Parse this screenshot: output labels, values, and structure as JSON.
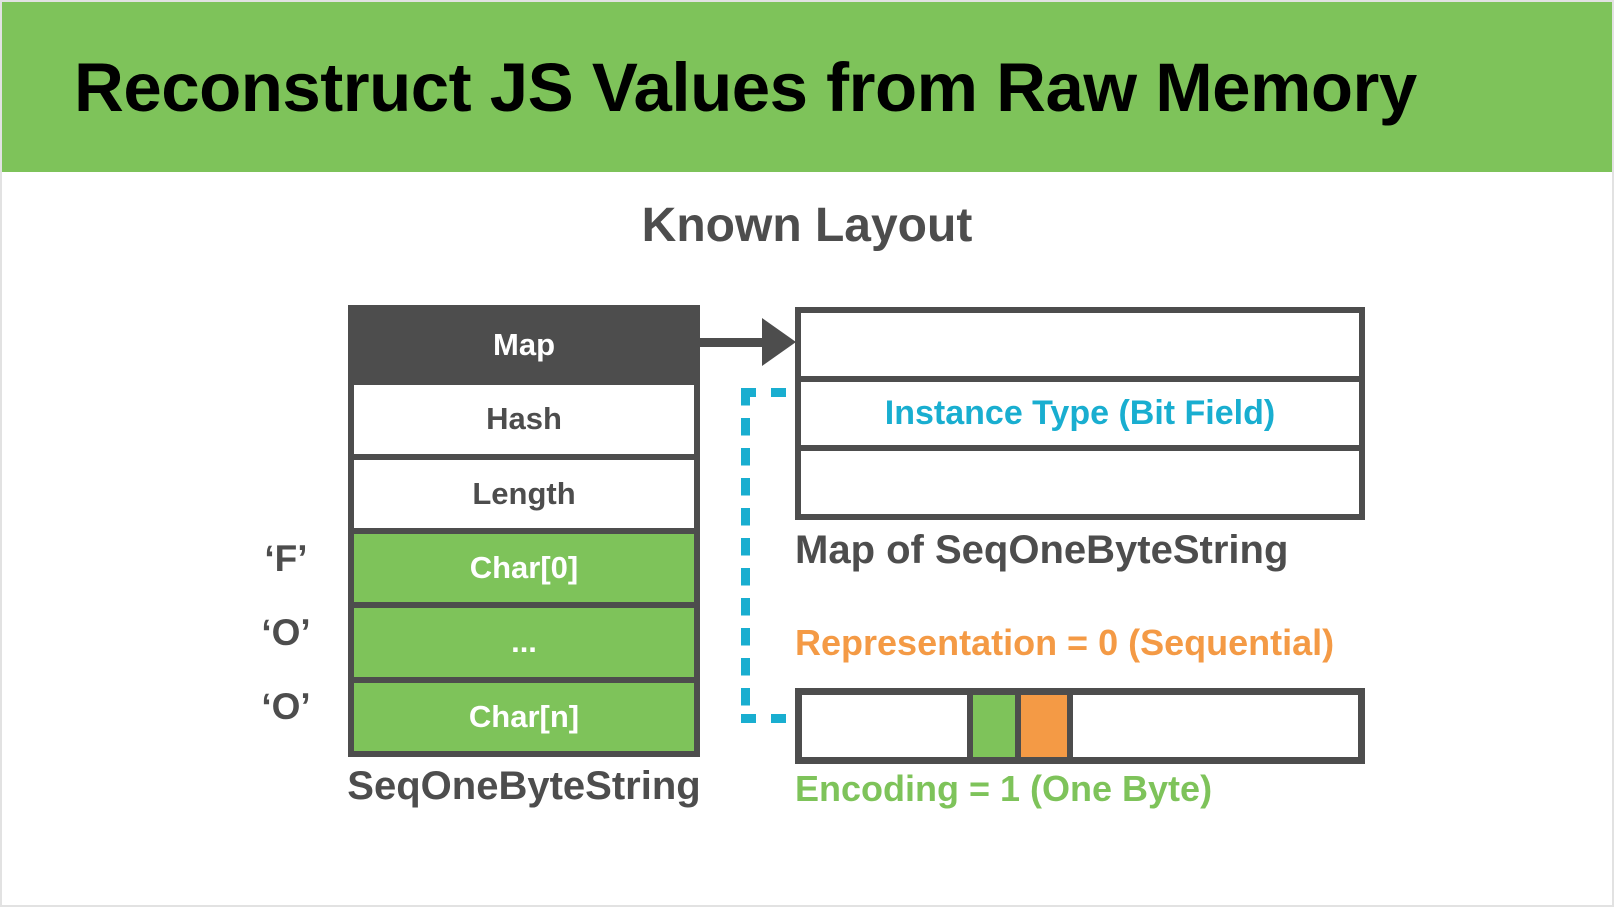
{
  "banner": {
    "title": "Reconstruct JS Values from Raw Memory",
    "background_color": "#7ec35a",
    "text_color": "#000000"
  },
  "section": {
    "heading": "Known Layout",
    "heading_color": "#4d4d4d"
  },
  "memory_object": {
    "caption": "SeqOneByteString",
    "rows": [
      {
        "label": "Map",
        "style": "dark"
      },
      {
        "label": "Hash",
        "style": "white"
      },
      {
        "label": "Length",
        "style": "white"
      },
      {
        "label": "Char[0]",
        "style": "green"
      },
      {
        "label": "...",
        "style": "green"
      },
      {
        "label": "Char[n]",
        "style": "green"
      }
    ],
    "char_values": [
      "‘F’",
      "‘O’",
      "‘O’"
    ]
  },
  "map_object": {
    "caption": "Map of SeqOneByteString",
    "rows": [
      {
        "label": ""
      },
      {
        "label": "Instance Type (Bit Field)"
      },
      {
        "label": ""
      }
    ],
    "highlight_text": "Instance Type (Bit Field)",
    "highlight_color": "#19aed0"
  },
  "bitfield": {
    "representation_label": "Representation = 0 (Sequential)",
    "representation_color": "#f49a45",
    "encoding_label": "Encoding = 1 (One Byte)",
    "encoding_color": "#7ec35a",
    "segments": [
      {
        "name": "blank-left",
        "fill": "#ffffff"
      },
      {
        "name": "encoding",
        "fill": "#7ec35a"
      },
      {
        "name": "representation",
        "fill": "#f49a45"
      },
      {
        "name": "blank-right",
        "fill": "#ffffff"
      }
    ]
  },
  "colors": {
    "green": "#7ec35a",
    "orange": "#f49a45",
    "cyan": "#19aed0",
    "dark_gray": "#4d4d4d",
    "white": "#ffffff"
  }
}
